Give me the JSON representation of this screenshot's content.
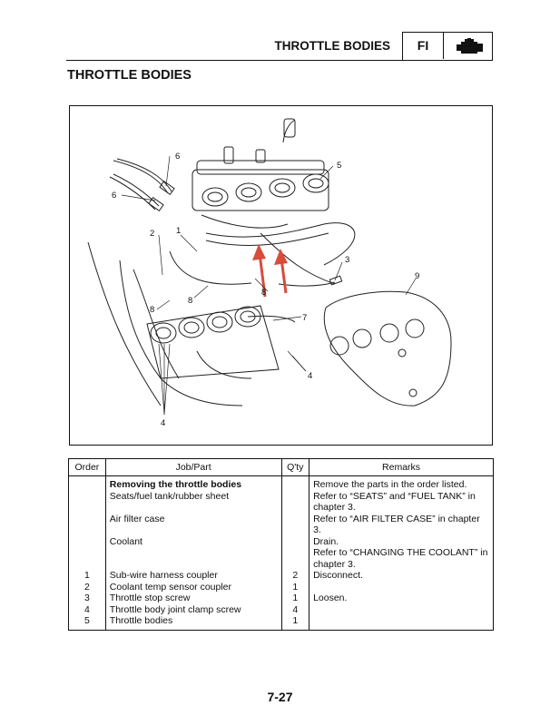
{
  "header": {
    "title": "THROTTLE BODIES",
    "section_code": "FI",
    "section_icon": "engine-icon"
  },
  "page_title": "THROTTLE BODIES",
  "figure": {
    "callouts": [
      "1",
      "2",
      "3",
      "4",
      "4",
      "5",
      "6",
      "6",
      "7",
      "8",
      "8",
      "8",
      "9"
    ],
    "arrow_color": "#d94b3b"
  },
  "table": {
    "headers": {
      "order": "Order",
      "job": "Job/Part",
      "qty": "Q'ty",
      "remarks": "Remarks"
    },
    "rows": [
      {
        "order": "",
        "job": "Removing the throttle bodies",
        "qty": "",
        "remarks": "Remove the parts in the order listed.",
        "heading": true
      },
      {
        "order": "",
        "job": "Seats/fuel tank/rubber sheet",
        "qty": "",
        "remarks": "Refer to “SEATS” and “FUEL TANK” in chapter 3."
      },
      {
        "order": "",
        "job": "Air filter case",
        "qty": "",
        "remarks": "Refer to “AIR FILTER CASE” in chapter 3."
      },
      {
        "order": "",
        "job": "Coolant",
        "qty": "",
        "remarks": "Drain."
      },
      {
        "order": "",
        "job": "",
        "qty": "",
        "remarks": "Refer to “CHANGING THE COOLANT” in chapter 3."
      },
      {
        "order": "1",
        "job": "Sub-wire harness coupler",
        "qty": "2",
        "remarks": "Disconnect."
      },
      {
        "order": "2",
        "job": "Coolant temp sensor coupler",
        "qty": "1",
        "remarks": ""
      },
      {
        "order": "3",
        "job": "Throttle stop screw",
        "qty": "1",
        "remarks": "Loosen."
      },
      {
        "order": "4",
        "job": "Throttle body joint clamp screw",
        "qty": "4",
        "remarks": ""
      },
      {
        "order": "5",
        "job": "Throttle bodies",
        "qty": "1",
        "remarks": ""
      }
    ]
  },
  "page_number": "7-27"
}
